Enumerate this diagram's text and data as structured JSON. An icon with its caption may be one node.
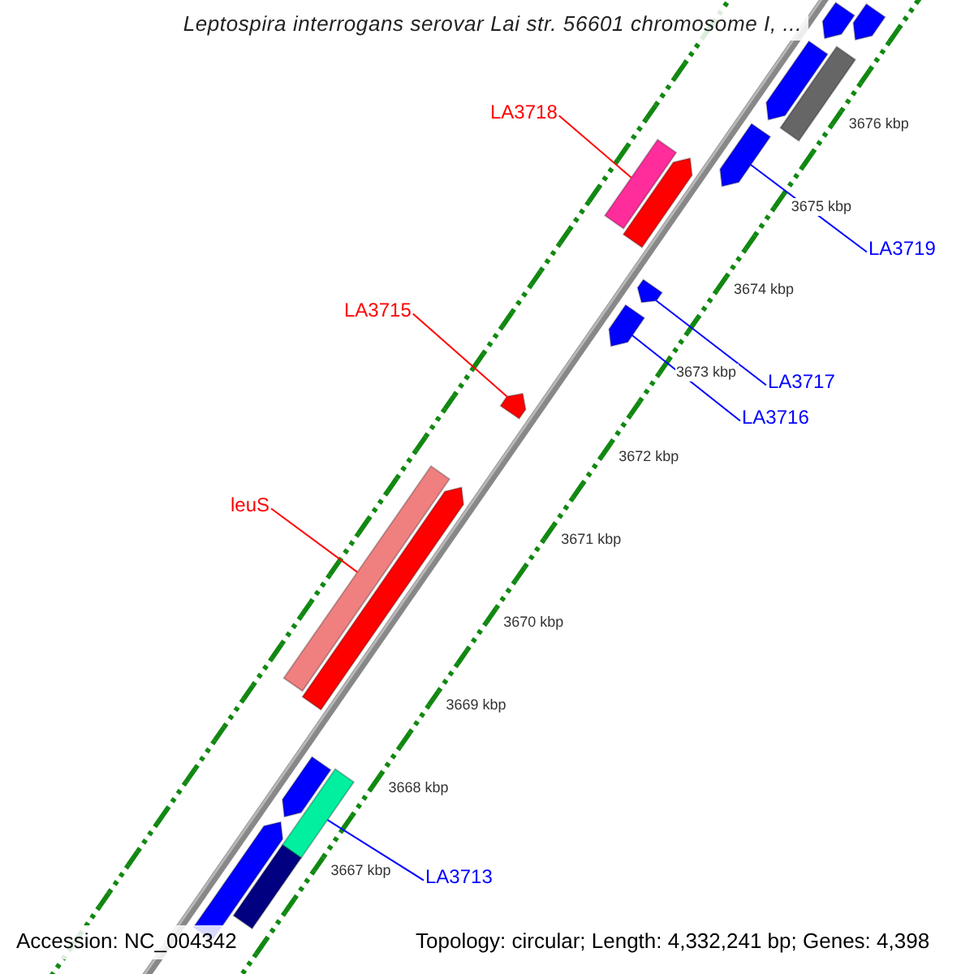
{
  "diagram": {
    "title": "Leptospira interrogans serovar Lai str. 56601 chromosome I, ...",
    "nodes": [
      {
        "text": [
          "LA3718"
        ]
      },
      {
        "text": [],
        "shape": "bar"
      },
      {
        "text": [
          "LA3715"
        ]
      },
      {
        "text": [],
        "shape": "arrow"
      },
      {
        "text": [
          "leuS"
        ]
      },
      {
        "text": [],
        "shape": "bar"
      },
      {
        "text": [
          "LA3719"
        ]
      },
      {
        "text": [],
        "shape": "arrow"
      },
      {
        "text": [
          "LA3717"
        ]
      },
      {
        "text": [],
        "shape": "arrow"
      },
      {
        "text": [
          "LA3716"
        ]
      },
      {
        "text": [],
        "shape": "arrow"
      },
      {
        "text": [
          "LA3713"
        ]
      },
      {
        "text": [],
        "shape": "bar"
      },
      {
        "text": [],
        "shape": "arrow"
      },
      {
        "text": [],
        "shape": "arrow"
      },
      {
        "text": [],
        "shape": "arrow"
      },
      {
        "text": [],
        "shape": "bar"
      },
      {
        "text": [],
        "shape": "arrow"
      },
      {
        "text": [],
        "shape": "arrow"
      },
      {
        "text": [],
        "shape": "arrow"
      },
      {
        "text": [],
        "shape": "bar"
      },
      {
        "text": [],
        "shape": "arrow"
      }
    ],
    "edges": [
      {
        "from": 0,
        "to": 1,
        "arrow": "none",
        "color": "#ff0000"
      },
      {
        "from": 2,
        "to": 3,
        "arrow": "none",
        "color": "#ff0000"
      },
      {
        "from": 4,
        "to": 5,
        "arrow": "none",
        "color": "#ff0000"
      },
      {
        "from": 6,
        "to": 7,
        "arrow": "none",
        "color": "#0000ff"
      },
      {
        "from": 8,
        "to": 9,
        "arrow": "none",
        "color": "#0000ff"
      },
      {
        "from": 10,
        "to": 11,
        "arrow": "none",
        "color": "#0000ff"
      },
      {
        "from": 12,
        "to": 13,
        "arrow": "none",
        "color": "#0000ff"
      }
    ],
    "labels": [
      "3676 kbp",
      "3675 kbp",
      "3674 kbp",
      "3673 kbp",
      "3672 kbp",
      "3671 kbp",
      "3670 kbp",
      "3669 kbp",
      "3668 kbp",
      "3667 kbp",
      "Accession: NC_004342",
      "Topology: circular; Length: 4,332,241 bp; Genes: 4,398"
    ]
  }
}
